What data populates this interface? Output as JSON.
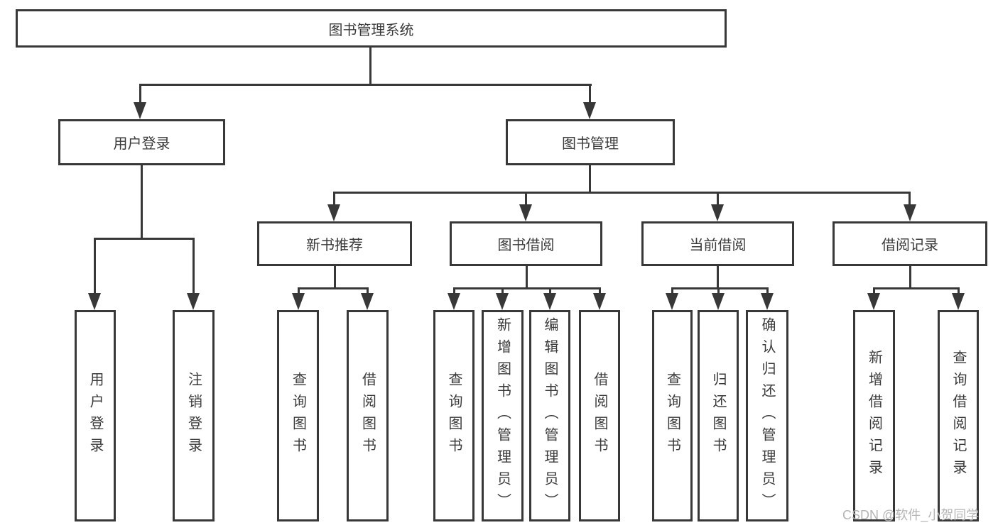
{
  "colors": {
    "line": "#383838",
    "box_border": "#383838",
    "text": "#3a3a3a",
    "watermark_text": "#b5b5b5",
    "background": "#ffffff"
  },
  "structure": {
    "label": "图书管理系统",
    "children": [
      {
        "label": "用户登录",
        "children": [
          {
            "label": "用户登录"
          },
          {
            "label": "注销登录"
          }
        ]
      },
      {
        "label": "图书管理",
        "children": [
          {
            "label": "新书推荐",
            "children": [
              {
                "label": "查询图书"
              },
              {
                "label": "借阅图书"
              }
            ]
          },
          {
            "label": "图书借阅",
            "children": [
              {
                "label": "查询图书"
              },
              {
                "label": "新增图书（管理员）"
              },
              {
                "label": "编辑图书（管理员）"
              },
              {
                "label": "借阅图书"
              }
            ]
          },
          {
            "label": "当前借阅",
            "children": [
              {
                "label": "查询图书"
              },
              {
                "label": "归还图书"
              },
              {
                "label": "确认归还（管理员）"
              }
            ]
          },
          {
            "label": "借阅记录",
            "children": [
              {
                "label": "新增借阅记录"
              },
              {
                "label": "查询借阅记录"
              }
            ]
          }
        ]
      }
    ]
  },
  "watermark": {
    "text": "CSDN @软件_小贺同学"
  }
}
